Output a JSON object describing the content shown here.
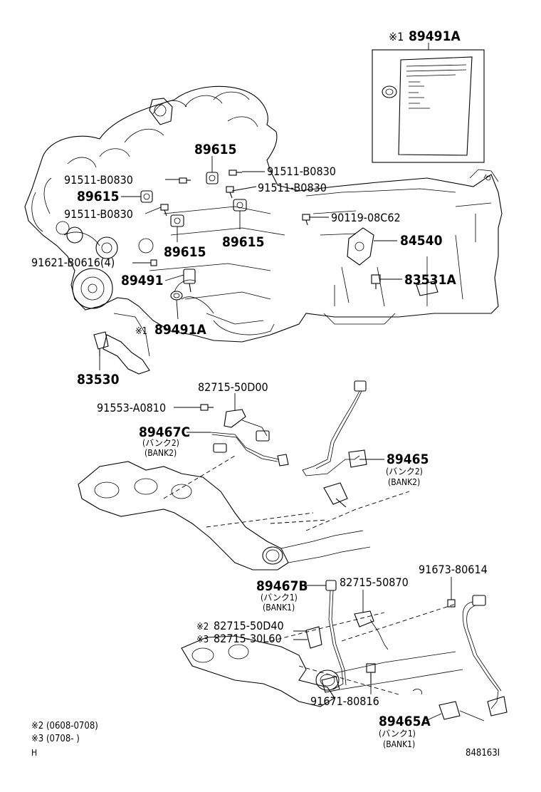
{
  "labels": {
    "p89491A_top": "89491A",
    "p89615_a": "89615",
    "p91511_a": "91511-B0830",
    "p91511_b": "91511-B0830",
    "p91511_c": "91511-B0830",
    "p89615_b": "89615",
    "p91511_d": "91511-B0830",
    "p90119": "90119-08C62",
    "p89615_c": "89615",
    "p89615_d": "89615",
    "p84540": "84540",
    "p91621": "91621-B0616(4)",
    "p89491": "89491",
    "p83531A": "83531A",
    "p89491A": "89491A",
    "p83530": "83530",
    "p82715_50D00": "82715-50D00",
    "p91553": "91553-A0810",
    "p89467C": "89467C",
    "bank2_jp_a": "(バンク2)",
    "bank2_en_a": "(BANK2)",
    "p89465": "89465",
    "bank2_jp_b": "(バンク2)",
    "bank2_en_b": "(BANK2)",
    "p91673": "91673-80614",
    "p89467B": "89467B",
    "bank1_jp_a": "(バンク1)",
    "bank1_en_a": "(BANK1)",
    "p82715_50870": "82715-50870",
    "p82715_50D40": "82715-50D40",
    "p82715_30L60": "82715-30L60",
    "p91671": "91671-80816",
    "p89465A": "89465A",
    "bank1_jp_b": "(バンク1)",
    "bank1_en_b": "(BANK1)"
  },
  "marks": {
    "m1_top": "※1",
    "m1": "※1",
    "m2": "※2",
    "m3": "※3"
  },
  "footnotes": {
    "note2": "※2 (0608-0708)",
    "note3": "※3 (0708-      )",
    "corner_h": "H",
    "drawing_id": "848163I"
  }
}
